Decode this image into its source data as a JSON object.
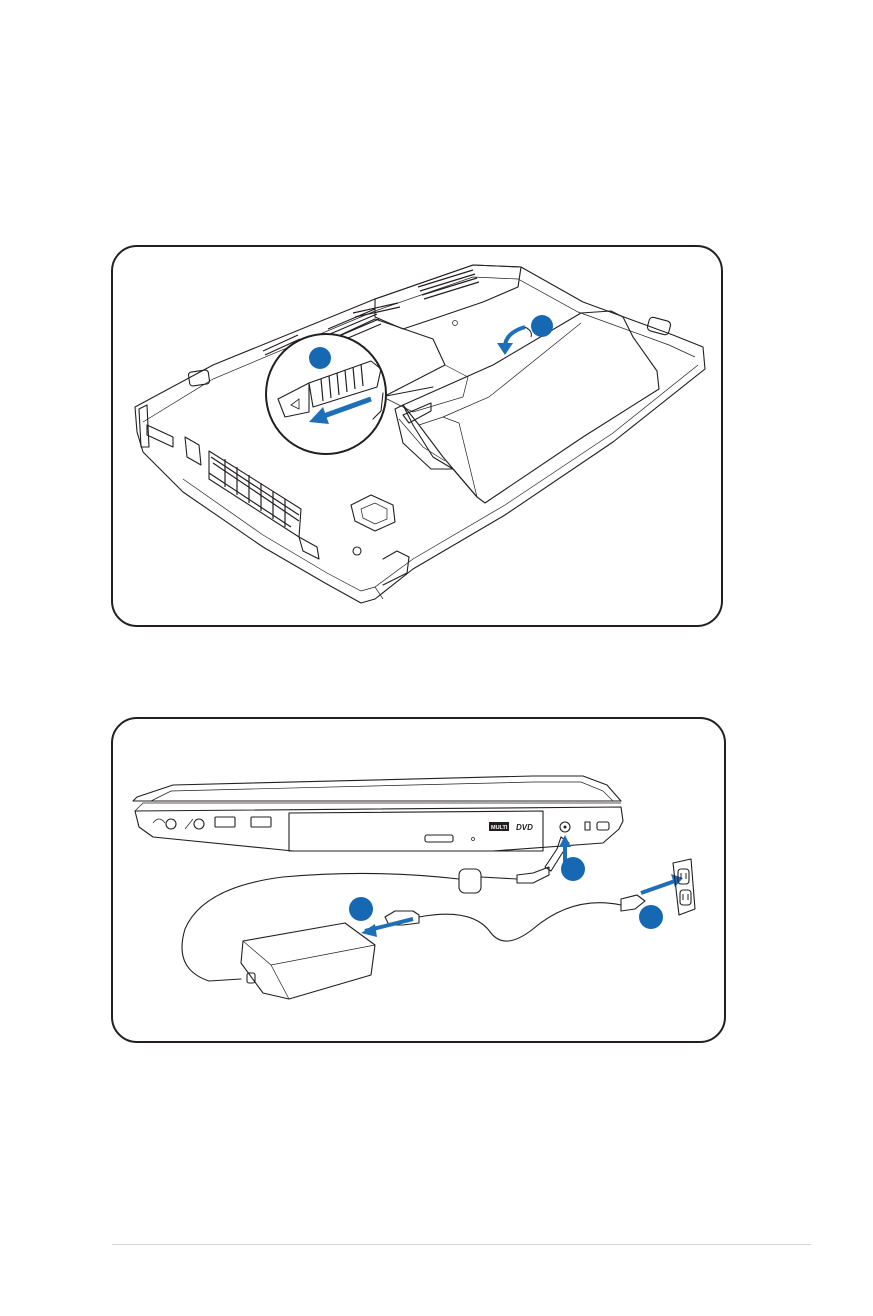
{
  "figures": [
    {
      "id": "remove-battery",
      "callouts": [
        "",
        ""
      ]
    },
    {
      "id": "connect-power",
      "callouts": [
        "",
        "",
        ""
      ]
    }
  ],
  "colors": {
    "panel_border": "#231f20",
    "callout_blue": "#1768b3",
    "arrow_blue": "#1e6fb8",
    "footer_rule": "#d6d6d6"
  },
  "port_labels": {
    "disc_badge": "MULTI",
    "dvd_logo": "DVD"
  }
}
